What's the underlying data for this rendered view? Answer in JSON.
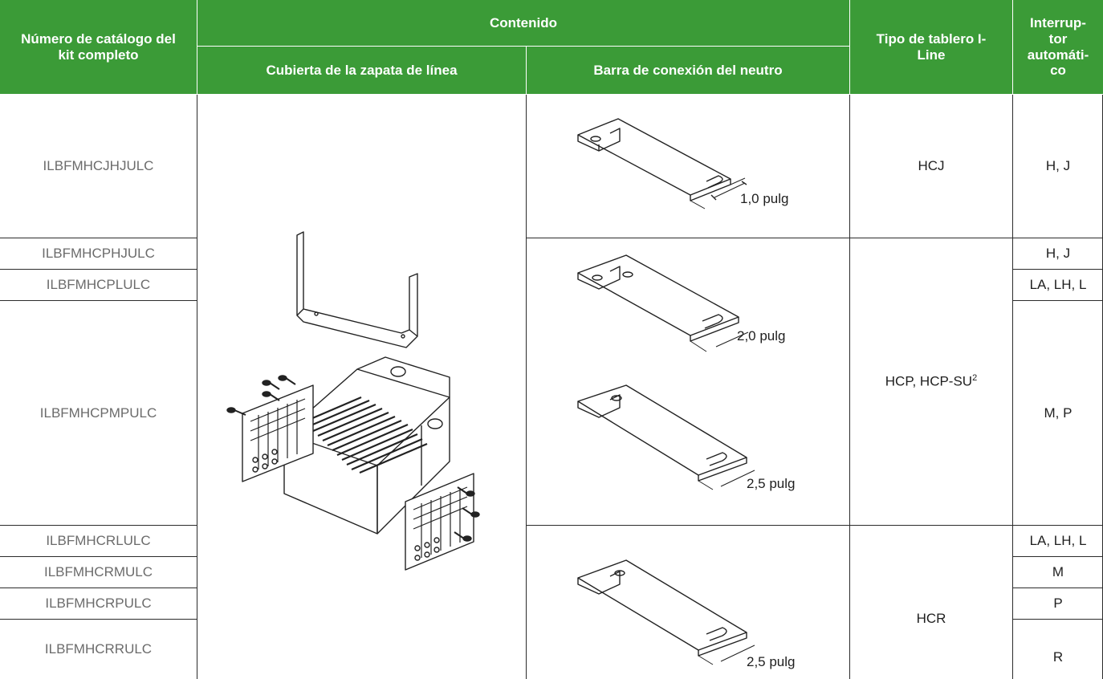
{
  "header": {
    "catalog": "Número de catálogo del kit completo",
    "contenido": "Contenido",
    "cubierta": "Cubierta de la zapata de línea",
    "barra": "Barra de conexión del neutro",
    "tipo": "Tipo de tablero I-Line",
    "interruptor": "Interrup-tor automáti-co"
  },
  "rows": [
    {
      "catalog": "ILBFMHCJHJULC",
      "breaker": "H, J"
    },
    {
      "catalog": "ILBFMHCPHJULC",
      "breaker": "H, J"
    },
    {
      "catalog": "ILBFMHCPLULC",
      "breaker": "LA, LH, L"
    },
    {
      "catalog": "ILBFMHCPMPULC",
      "breaker": "M, P"
    },
    {
      "catalog": "ILBFMHCRLULC",
      "breaker": "LA, LH, L"
    },
    {
      "catalog": "ILBFMHCRMULC",
      "breaker": "M"
    },
    {
      "catalog": "ILBFMHCRPULC",
      "breaker": "P"
    },
    {
      "catalog": "ILBFMHCRRULC",
      "breaker": "R"
    }
  ],
  "panel_types": {
    "hcj": "HCJ",
    "hcp": "HCP, HCP-SU",
    "hcp_sup": "2",
    "hcr": "HCR"
  },
  "dimensions": {
    "d1": "1,0 pulg",
    "d2": "2,0 pulg",
    "d3": "2,5 pulg",
    "d4": "2,5 pulg"
  }
}
